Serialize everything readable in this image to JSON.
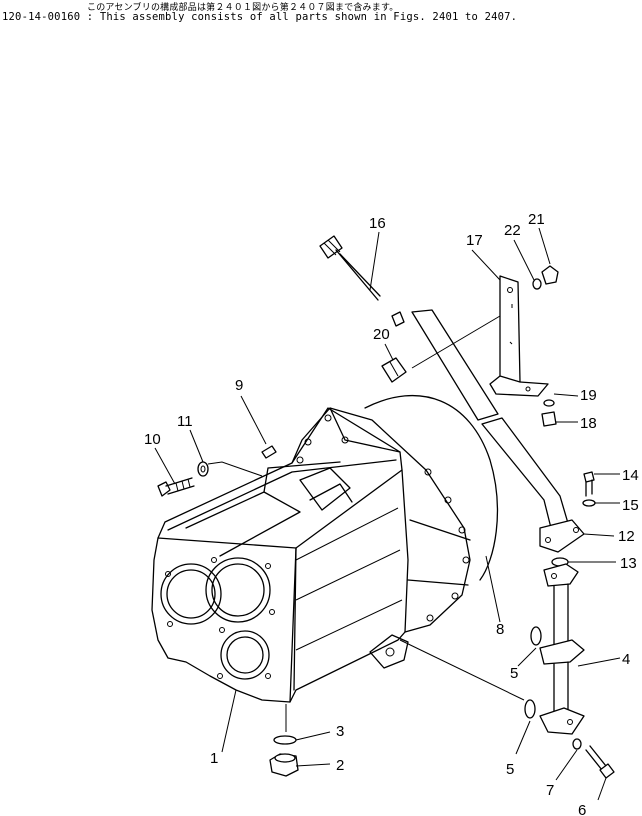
{
  "header": {
    "note_jp": "このアセンブリの構成部品は第２４０１図から第２４０７図まで含みます。",
    "note_en": "120-14-00160 : This assembly consists of all parts shown in Figs. 2401 to 2407."
  },
  "callouts": [
    {
      "id": "c1",
      "text": "1"
    },
    {
      "id": "c2",
      "text": "2"
    },
    {
      "id": "c3",
      "text": "3"
    },
    {
      "id": "c4",
      "text": "4"
    },
    {
      "id": "c5a",
      "text": "5"
    },
    {
      "id": "c5b",
      "text": "5"
    },
    {
      "id": "c6",
      "text": "6"
    },
    {
      "id": "c7",
      "text": "7"
    },
    {
      "id": "c8",
      "text": "8"
    },
    {
      "id": "c9",
      "text": "9"
    },
    {
      "id": "c10",
      "text": "10"
    },
    {
      "id": "c11",
      "text": "11"
    },
    {
      "id": "c12",
      "text": "12"
    },
    {
      "id": "c13",
      "text": "13"
    },
    {
      "id": "c14",
      "text": "14"
    },
    {
      "id": "c15",
      "text": "15"
    },
    {
      "id": "c16",
      "text": "16"
    },
    {
      "id": "c17",
      "text": "17"
    },
    {
      "id": "c18",
      "text": "18"
    },
    {
      "id": "c19",
      "text": "19"
    },
    {
      "id": "c20",
      "text": "20"
    },
    {
      "id": "c21",
      "text": "21"
    },
    {
      "id": "c22",
      "text": "22"
    }
  ]
}
